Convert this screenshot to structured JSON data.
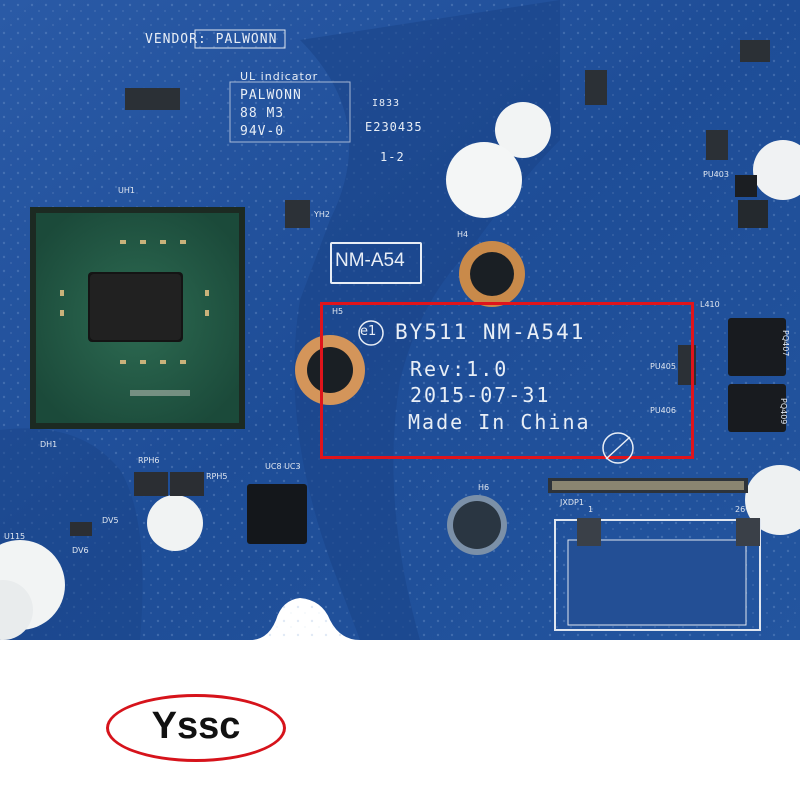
{
  "board": {
    "vendor_label": "VENDOR: PALWONN",
    "ul_indicator": "UL indicator",
    "ul_lines": [
      "PALWONN",
      "88 M3",
      "94V-0"
    ],
    "ul_file": "E230435",
    "rev_small": "1-2",
    "code_small": "I833",
    "nm_label": "NM-A54",
    "hole_labels": [
      "H4",
      "H5",
      "H6"
    ],
    "ref_labels": [
      "UH1",
      "YH2",
      "L410",
      "PU403",
      "PU405",
      "PU406",
      "PQ409",
      "DH1",
      "RPH6",
      "RPH5",
      "UC8 UC3",
      "DV5",
      "DV6",
      "U115",
      "JXDP1",
      "26",
      "1",
      "PQ407"
    ]
  },
  "marking": {
    "logo": "e1",
    "model": "BY511  NM-A541",
    "rev": "Rev:1.0",
    "date": "2015-07-31",
    "origin": "Made In China"
  },
  "brand": {
    "text": "Yssc"
  },
  "colors": {
    "board": "#1f4f9c",
    "highlight": "#e0141b",
    "brand_oval": "#d6131b"
  }
}
